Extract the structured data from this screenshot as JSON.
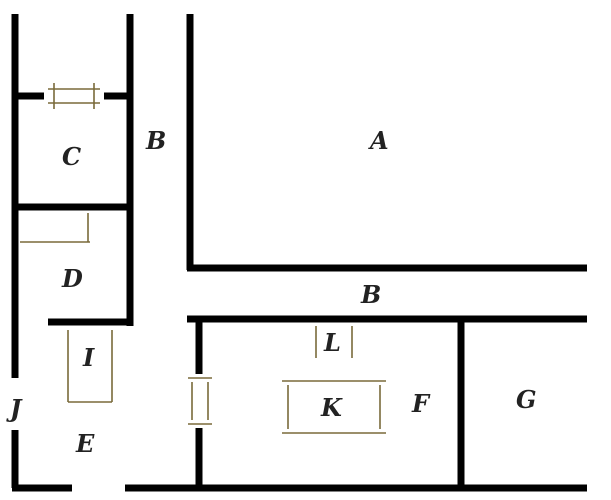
{
  "labels": {
    "a": "A",
    "b_upper": "B",
    "b_lower": "B",
    "c": "C",
    "d": "D",
    "e": "E",
    "f": "F",
    "g": "G",
    "i": "I",
    "j": "J",
    "k": "K",
    "l": "L"
  },
  "colors": {
    "wall": "#000000",
    "door": "#7a6a3a",
    "label": "#222222",
    "background": "#ffffff"
  }
}
